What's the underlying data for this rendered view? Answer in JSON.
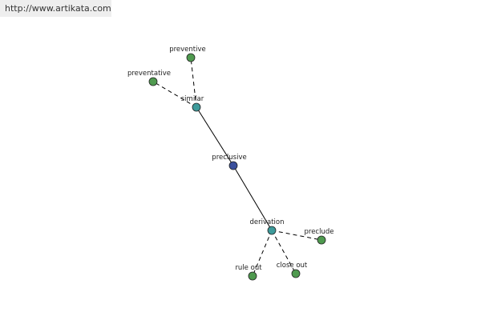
{
  "banner": {
    "url": "http://www.artikata.com"
  },
  "colors": {
    "center": "#3a4f9c",
    "relation": "#3d9a9a",
    "leaf": "#4f9a4f",
    "edge": "#000000"
  },
  "nodes": [
    {
      "id": "preclusive",
      "label": "preclusive",
      "kind": "center"
    },
    {
      "id": "similar",
      "label": "similar",
      "kind": "relation"
    },
    {
      "id": "derivation",
      "label": "derivation",
      "kind": "relation"
    },
    {
      "id": "preventive",
      "label": "preventive",
      "kind": "leaf"
    },
    {
      "id": "preventative",
      "label": "preventative",
      "kind": "leaf"
    },
    {
      "id": "preclude",
      "label": "preclude",
      "kind": "leaf"
    },
    {
      "id": "close-out",
      "label": "close out",
      "kind": "leaf"
    },
    {
      "id": "rule-out",
      "label": "rule out",
      "kind": "leaf"
    }
  ],
  "edges": [
    {
      "from": "preclusive",
      "to": "similar",
      "style": "solid"
    },
    {
      "from": "preclusive",
      "to": "derivation",
      "style": "solid"
    },
    {
      "from": "similar",
      "to": "preventive",
      "style": "dashed"
    },
    {
      "from": "similar",
      "to": "preventative",
      "style": "dashed"
    },
    {
      "from": "derivation",
      "to": "preclude",
      "style": "dashed"
    },
    {
      "from": "derivation",
      "to": "close-out",
      "style": "dashed"
    },
    {
      "from": "derivation",
      "to": "rule-out",
      "style": "dashed"
    }
  ]
}
